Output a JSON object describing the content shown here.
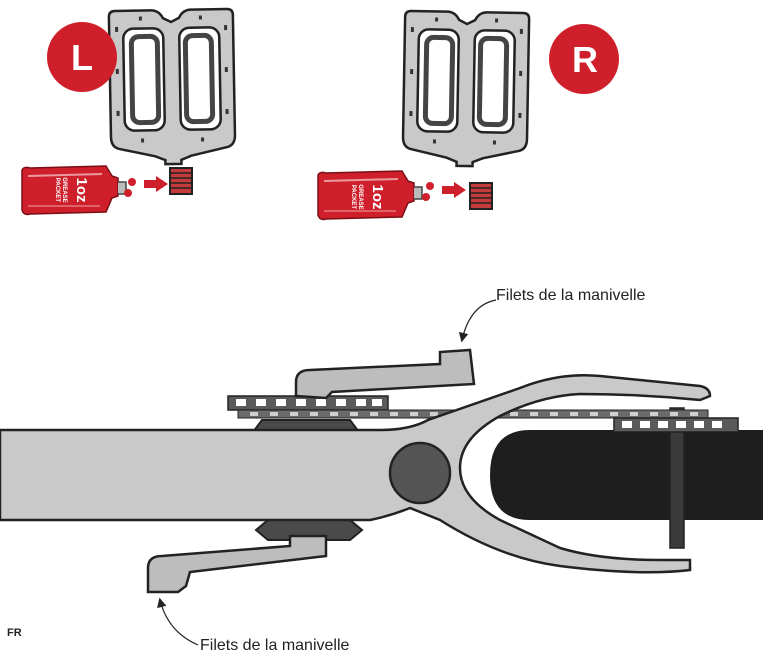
{
  "pedals": {
    "left": {
      "badge": "L",
      "packet_size": "1oz",
      "packet_line1": "GREASE",
      "packet_line2": "PACKET"
    },
    "right": {
      "badge": "R",
      "packet_size": "1oz",
      "packet_line1": "GREASE",
      "packet_line2": "PACKET"
    }
  },
  "crank_diagram": {
    "callout_top": "Filets de la manivelle",
    "callout_bottom": "Filets de la manivelle"
  },
  "language_tag": "FR",
  "colors": {
    "accent_red": "#cf1f2a",
    "pedal_body": "#c9c9c9",
    "outline": "#222222",
    "hub": "#555555",
    "tire": "#1e1e1e"
  }
}
